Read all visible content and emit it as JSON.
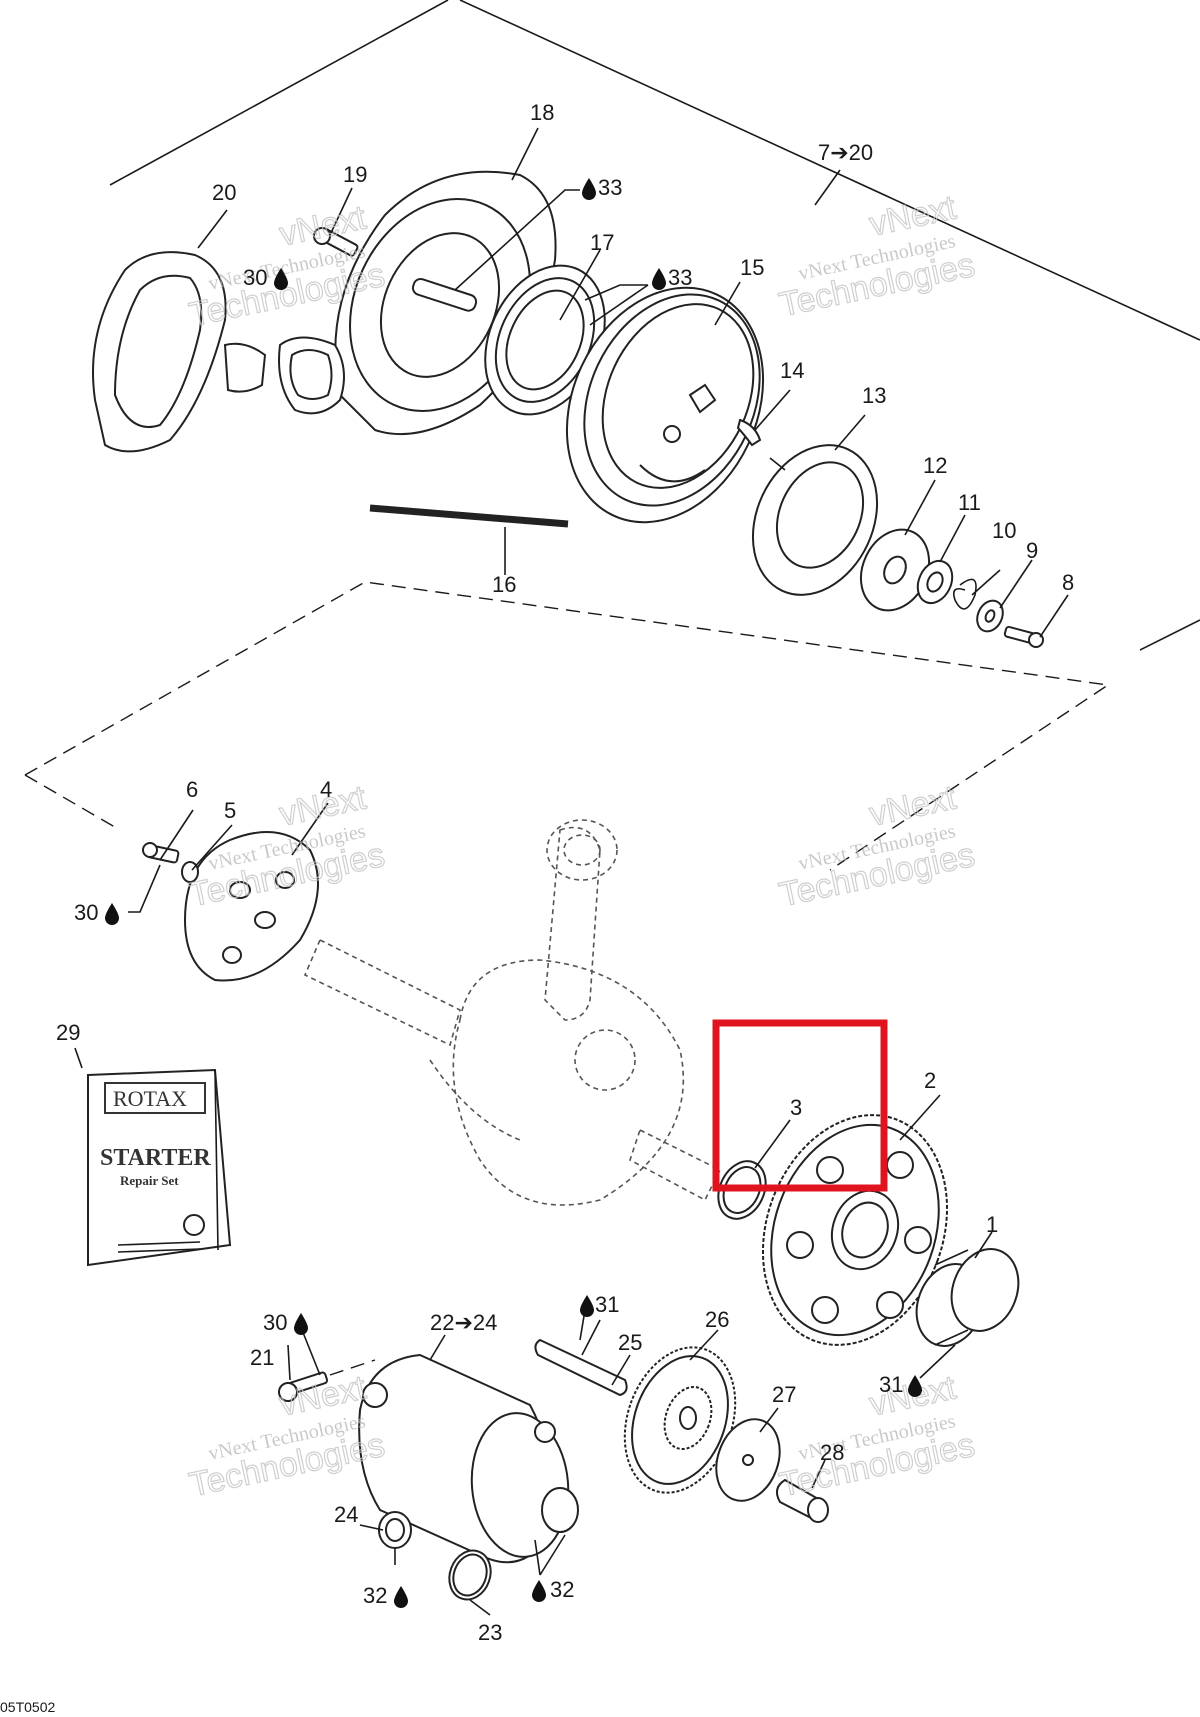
{
  "diagram": {
    "callouts": {
      "c1": "1",
      "c2": "2",
      "c3": "3",
      "c4": "4",
      "c5": "5",
      "c6": "6",
      "c7_20": "7➔20",
      "c8": "8",
      "c9": "9",
      "c10": "10",
      "c11": "11",
      "c12": "12",
      "c13": "13",
      "c14": "14",
      "c15": "15",
      "c16": "16",
      "c17": "17",
      "c18": "18",
      "c19": "19",
      "c20": "20",
      "c21": "21",
      "c22_24": "22➔24",
      "c23": "23",
      "c24": "24",
      "c25": "25",
      "c26": "26",
      "c27": "27",
      "c28": "28",
      "c29": "29",
      "c30_a": "30",
      "c30_b": "30",
      "c30_c": "30",
      "c31_a": "31",
      "c31_b": "31",
      "c32_a": "32",
      "c32_b": "32",
      "c33_a": "33",
      "c33_b": "33"
    },
    "manual": {
      "brand": "ROTAX",
      "title": "STARTER",
      "subtitle": "Repair Set"
    },
    "watermark": {
      "line1": "vNext Technologies",
      "line2": "Technologies",
      "line3": "vNext"
    },
    "figure_code": "05T0502",
    "highlight_color": "#e0141e",
    "line_color": "#1a1a1a"
  }
}
